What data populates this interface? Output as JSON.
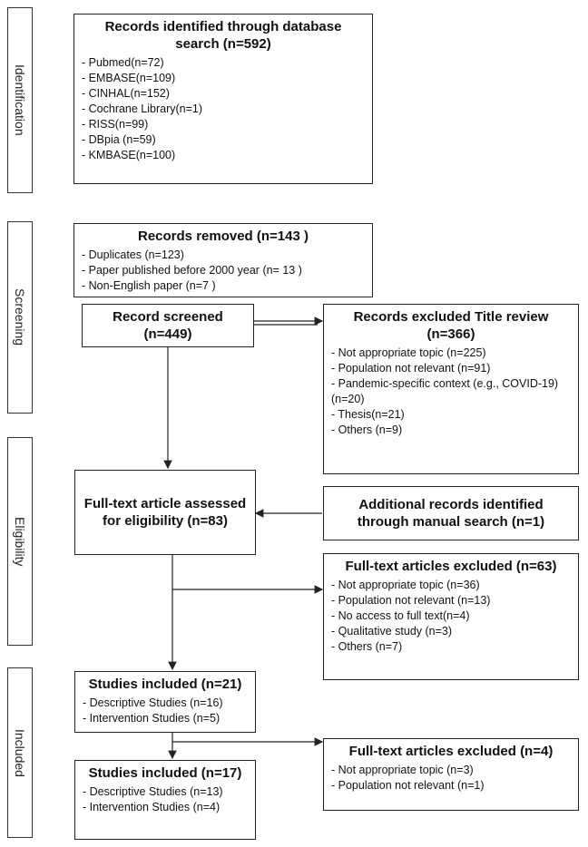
{
  "stages": [
    {
      "id": "identification",
      "label": "Identification"
    },
    {
      "id": "screening",
      "label": "Screening"
    },
    {
      "id": "eligibility",
      "label": "Eligibility"
    },
    {
      "id": "included",
      "label": "Included"
    }
  ],
  "identified": {
    "title": "Records identified through database search (n=592)",
    "items": [
      "- Pubmed(n=72)",
      "- EMBASE(n=109)",
      "- CINHAL(n=152)",
      "- Cochrane Library(n=1)",
      "- RISS(n=99)",
      "- DBpia (n=59)",
      "- KMBASE(n=100)"
    ]
  },
  "removed": {
    "title": "Records  removed (n=143   )",
    "items": [
      "- Duplicates (n=123)",
      "- Paper published before 2000 year  (n= 13 )",
      "- Non-English paper (n=7 )"
    ]
  },
  "screened": {
    "title": "Record screened (n=449)"
  },
  "excluded_title": {
    "title": "Records excluded Title review (n=366)",
    "items": [
      "- Not appropriate topic (n=225)",
      "- Population not relevant (n=91)",
      "- Pandemic-specific context (e.g., COVID-19) (n=20)",
      "- Thesis(n=21)",
      "- Others (n=9)"
    ]
  },
  "fulltext_assessed": {
    "title": "Full-text article assessed for eligibility (n=83)"
  },
  "additional": {
    "title": "Additional records identified through manual search (n=1)"
  },
  "fulltext_excluded_1": {
    "title": "Full-text articles excluded (n=63)",
    "items": [
      "- Not appropriate topic (n=36)",
      "- Population not relevant (n=13)",
      "- No access to full text(n=4)",
      "- Qualitative study (n=3)",
      "- Others (n=7)"
    ]
  },
  "included_1": {
    "title": "Studies included (n=21)",
    "items": [
      "- Descriptive Studies (n=16)",
      "- Intervention Studies (n=5)"
    ]
  },
  "fulltext_excluded_2": {
    "title": "Full-text articles excluded (n=4)",
    "items": [
      "- Not appropriate topic (n=3)",
      "- Population not relevant (n=1)"
    ]
  },
  "included_2": {
    "title": "Studies included (n=17)",
    "items": [
      "- Descriptive Studies (n=13)",
      "- Intervention Studies (n=4)"
    ]
  }
}
